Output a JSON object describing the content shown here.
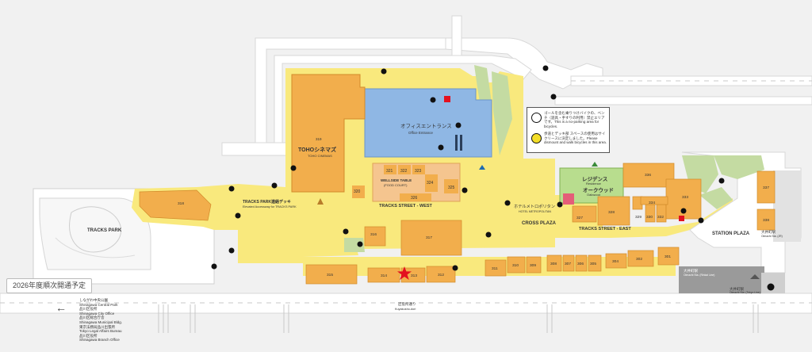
{
  "map": {
    "park_name": "TRACKS PARK",
    "phase_badge": "2026年度順次開通予定",
    "streets": {
      "west": "TRACKS STREET - WEST",
      "east": "TRACKS STREET - EAST",
      "cross_plaza": "CROSS PLAZA",
      "station_plaza": "STATION PLAZA",
      "access_deck_jp": "TRACKS PARK連絡デッキ",
      "access_deck_en": "Elevated Accessway for TRACKS PARK",
      "road_jp": "区役所通り",
      "road_en": "Kuyakusho-dori"
    },
    "buildings": {
      "toho_jp": "TOHOシネマズ",
      "toho_en": "TOHO CINEMAS",
      "office_jp": "オフィスエントランス",
      "office_en": "Office Entrance",
      "residence_jp": "レジデンス",
      "residence_jp2": "オークウッド",
      "residence_en": "Residence",
      "residence_en2": "Oakwood",
      "hotel_jp": "ホテルメトロポリタン",
      "hotel_en": "HOTEL METROPOLITAN",
      "food_court_1": "WELLSIDE TABLE",
      "food_court_2": "(FOOD COURT)"
    },
    "stations": {
      "oimachi_jp": "大井町駅",
      "oimachi_en": "Oimachi Sta. (JR)",
      "oimachi_kei_jp": "大井町駅",
      "oimachi_kei_en": "Oimachi Sta. (Rinkai Line)",
      "oimachi_tokyu_jp": "大井町駅",
      "oimachi_tokyu_en": "Oimachi Sta. (Tokyu Line)"
    },
    "units": [
      "301",
      "302",
      "304",
      "305",
      "306",
      "307",
      "308",
      "309",
      "310",
      "311",
      "312",
      "313",
      "314",
      "315",
      "316",
      "317",
      "318",
      "319",
      "320",
      "321",
      "322",
      "323",
      "324",
      "325",
      "326",
      "327",
      "328",
      "329",
      "330",
      "332",
      "333",
      "334",
      "336",
      "337",
      "338"
    ],
    "notices": [
      "ゴールを含む乗りつけバイクの、ベンチ（遊具・手すりの利用）禁止エリアです。This is a no-parking area for bicycles.",
      "歩道とデッキ部 スペースの使用はサイクリースに決定しました。Please dismount and walk bicycles in this area."
    ],
    "legend": [
      "しながわ中央公園",
      "Shinagawa Central Park",
      "品川区役所",
      "Shinagawa City Office",
      "品川区総合庁舎",
      "Shinagawa Municipal Bldg.",
      "東京法務局品川出張所",
      "Tokyo Legal Affairs Bureau",
      "品川区役所",
      "Shinagawa Branch Office"
    ],
    "markers": {
      "current_location": "current-location-star"
    },
    "colors": {
      "shop": "#f2ae4c",
      "walkway": "#f9e97d",
      "office": "#8fb7e4",
      "residence": "#b8dd8e",
      "food": "#f5c58f",
      "station": "#d4d4d4",
      "star": "#e3111f"
    }
  }
}
